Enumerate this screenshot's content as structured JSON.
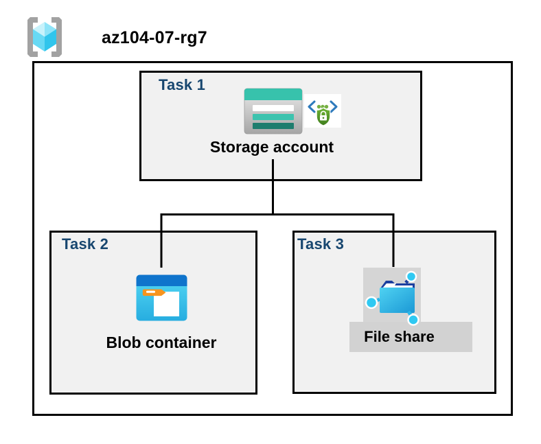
{
  "resource_group": {
    "name": "az104-07-rg7",
    "icon": "resource-group-icon"
  },
  "tasks": [
    {
      "label": "Task 1",
      "resource": "Storage account",
      "icons": [
        "storage-account-icon",
        "secure-endpoint-icon"
      ]
    },
    {
      "label": "Task 2",
      "resource": "Blob container",
      "icons": [
        "blob-container-icon"
      ]
    },
    {
      "label": "Task 3",
      "resource": "File share",
      "icons": [
        "file-share-icon"
      ]
    }
  ],
  "connections": [
    {
      "from": "Storage account",
      "to": "Blob container"
    },
    {
      "from": "Storage account",
      "to": "File share"
    }
  ],
  "colors": {
    "task_label_blue": "#17466F",
    "box_fill": "#F1F1F1",
    "border_black": "#000000",
    "storage_teal": "#37C2AC",
    "storage_dark_teal": "#1E7D6E",
    "blob_header_blue": "#0F74CC",
    "blob_body_cyan": "#3FC7EC",
    "blob_tab_orange": "#F7941E",
    "fileshare_navy": "#1B3F9F",
    "fileshare_node_cyan": "#2FC9F2",
    "shield_green": "#5BA32C",
    "bracket_gray": "#A2A2A2",
    "highlight_gray": "#D2D2D2"
  }
}
